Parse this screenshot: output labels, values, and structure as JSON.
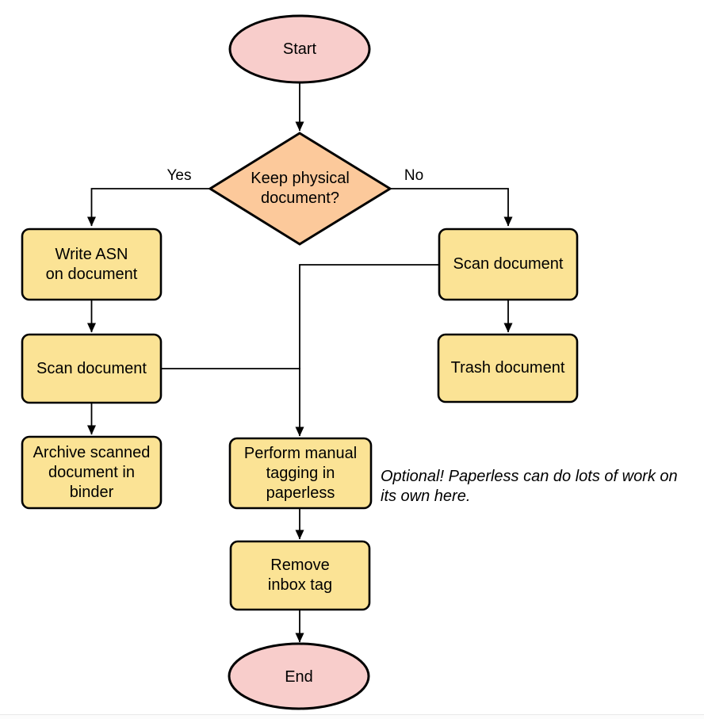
{
  "diagram": {
    "colors": {
      "terminal_fill": "#F8CDCB",
      "decision_fill": "#FCC99B",
      "process_fill": "#FBE395",
      "stroke": "#000000"
    },
    "nodes": {
      "start": {
        "label": "Start"
      },
      "decision": {
        "label": "Keep physical\ndocument?"
      },
      "write_asn": {
        "label": "Write ASN\non document"
      },
      "scan_left": {
        "label": "Scan document"
      },
      "archive": {
        "label": "Archive scanned\ndocument in\nbinder"
      },
      "scan_right": {
        "label": "Scan document"
      },
      "trash": {
        "label": "Trash document"
      },
      "tagging": {
        "label": "Perform manual\ntagging in\npaperless"
      },
      "remove_tag": {
        "label": "Remove\ninbox tag"
      },
      "end": {
        "label": "End"
      }
    },
    "edge_labels": {
      "yes": "Yes",
      "no": "No"
    },
    "note": {
      "text": "Optional! Paperless can do lots of work on\nits own here."
    }
  }
}
